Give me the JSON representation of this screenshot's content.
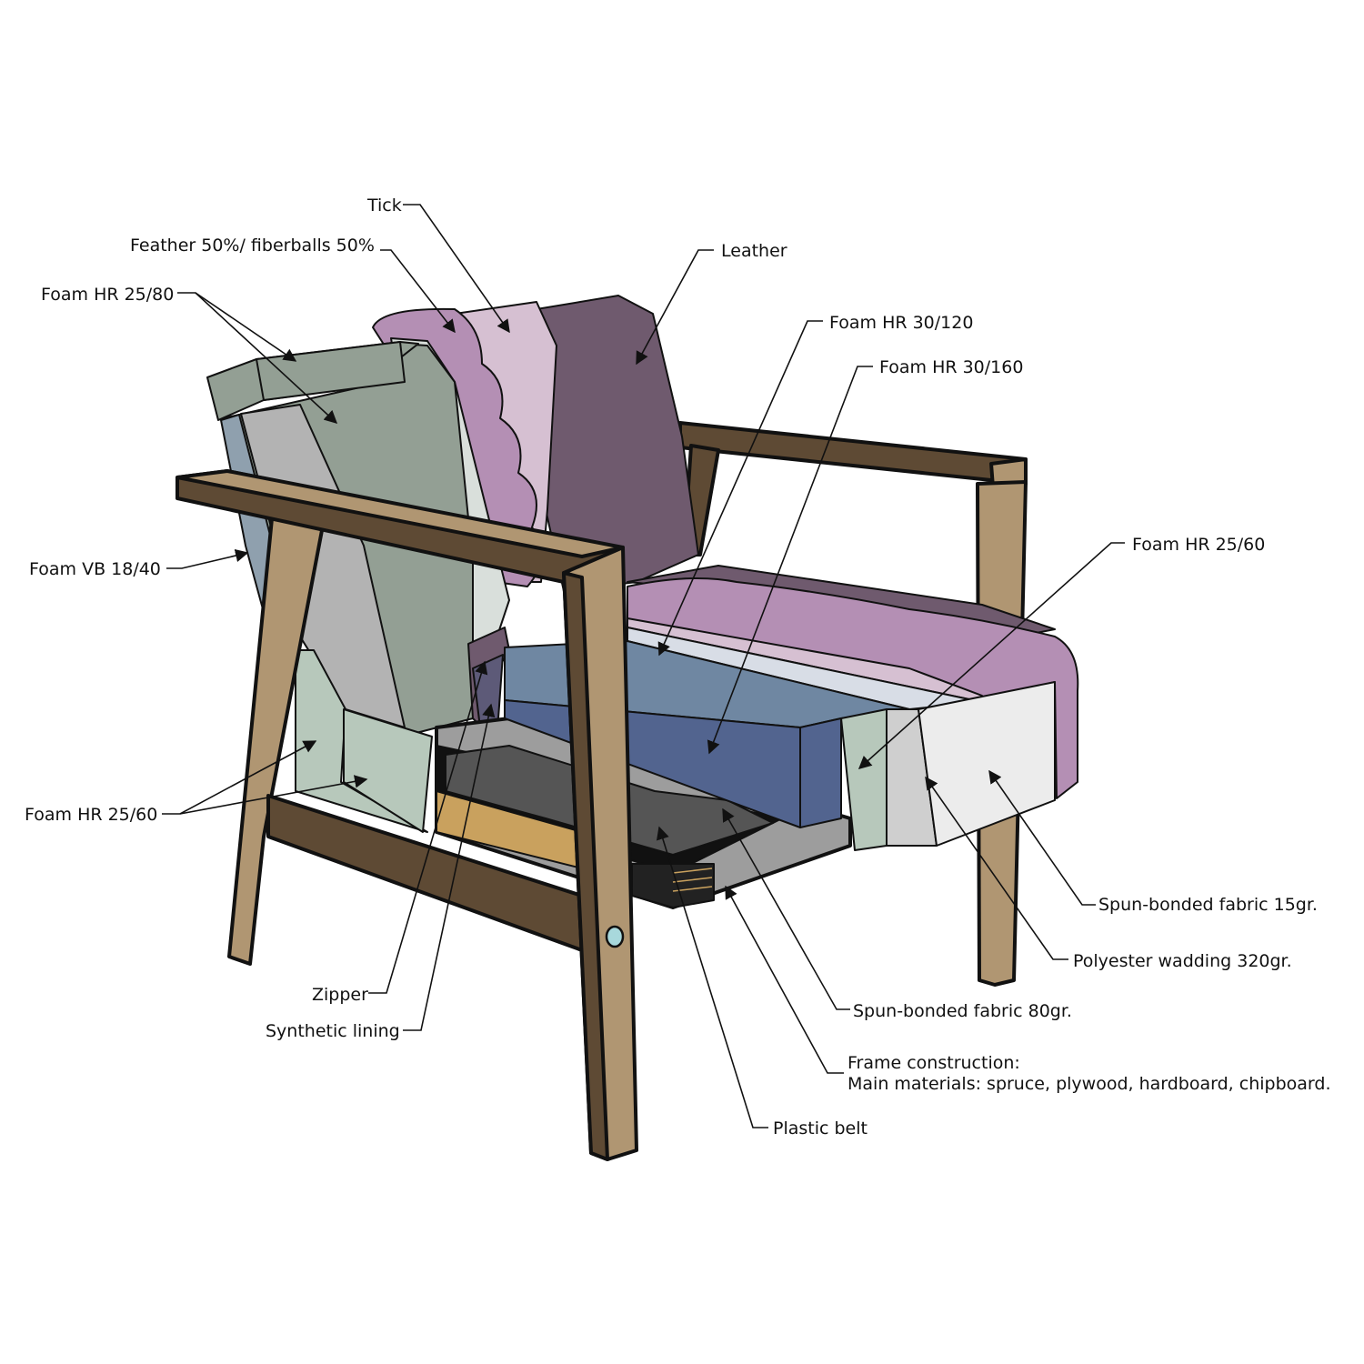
{
  "title": "Armchair construction cutaway",
  "labels": {
    "tick": "Tick",
    "feather": "Feather 50%/ fiberballs 50%",
    "foam_hr_25_80": "Foam HR 25/80",
    "leather": "Leather",
    "foam_hr_30_120": "Foam HR 30/120",
    "foam_hr_30_160": "Foam HR 30/160",
    "foam_vb_18_40": "Foam VB 18/40",
    "foam_hr_25_60_right": "Foam HR 25/60",
    "foam_hr_25_60_left": "Foam HR 25/60",
    "spun_15": "Spun-bonded fabric 15gr.",
    "polyester": "Polyester wadding 320gr.",
    "spun_80": "Spun-bonded fabric 80gr.",
    "frame_title": "Frame construction:",
    "frame_materials": "Main materials: spruce, plywood, hardboard, chipboard.",
    "plastic_belt": "Plastic belt",
    "zipper": "Zipper",
    "synthetic_lining": "Synthetic lining"
  },
  "colors": {
    "leather": "#6f5a6e",
    "tick": "#d6c0d2",
    "feather": "#b48fb4",
    "foam_back": "#929f93",
    "foam_light": "#b7c8bb",
    "foam_blue_light": "#6f87a2",
    "foam_blue_dark": "#52648f",
    "wood": "#b09672",
    "wood_dark": "#5e4a34",
    "base_grey": "#9d9d9d",
    "webbing": "#555555"
  }
}
